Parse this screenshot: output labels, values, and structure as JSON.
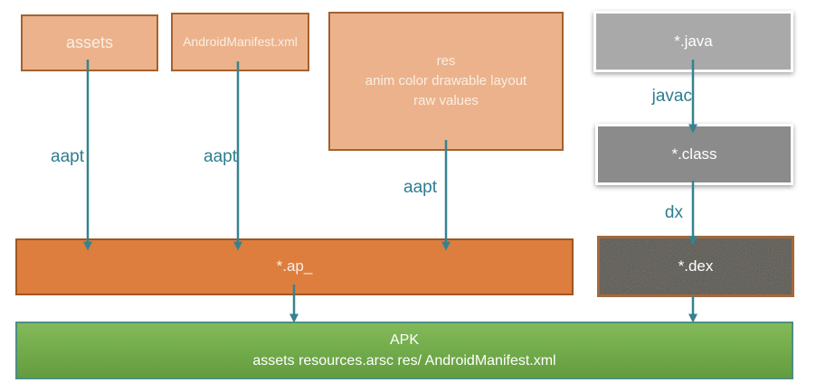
{
  "colors": {
    "peach_fill": "#ecb28c",
    "peach_border": "#a3622f",
    "orange_fill": "#dd7e3e",
    "orange_border": "#9f5622",
    "gray_light_fill": "#a9a9a9",
    "gray_mid_fill": "#8b8b8b",
    "dex_fill": "#57544d",
    "dex_border": "#a4693c",
    "green_top": "#83ba5b",
    "green_bottom": "#649b40",
    "green_border": "#4e8e80",
    "arrow_teal": "#36828f",
    "label_teal": "#2e7d91"
  },
  "nodes": {
    "assets": {
      "label": "assets"
    },
    "manifest": {
      "label": "AndroidManifest.xml"
    },
    "res": {
      "line1": "res",
      "line2": "anim color drawable layout",
      "line3": "raw values"
    },
    "java": {
      "label": "*.java"
    },
    "class": {
      "label": "*.class"
    },
    "ap": {
      "label": "*.ap_"
    },
    "dex": {
      "label": "*.dex"
    },
    "apk": {
      "line1": "APK",
      "line2": "assets resources.arsc res/ AndroidManifest.xml"
    }
  },
  "edge_labels": {
    "aapt_assets": "aapt",
    "aapt_manifest": "aapt",
    "aapt_res": "aapt",
    "javac": "javac",
    "dx": "dx"
  }
}
